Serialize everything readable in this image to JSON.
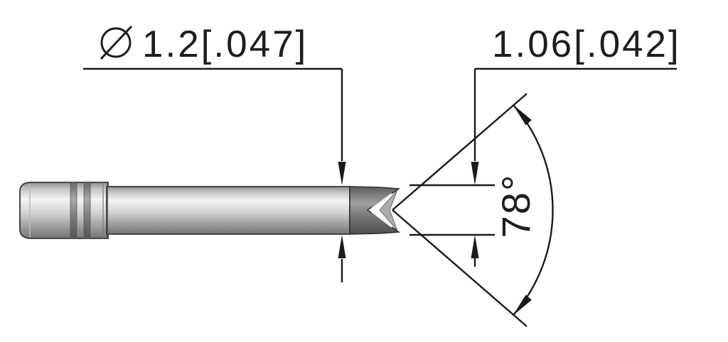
{
  "drawing": {
    "background": "#ffffff",
    "line_color": "#1b1b1b",
    "metal_colors": {
      "light": "#f3f3f3",
      "mid": "#c7c7c7",
      "dark": "#757575",
      "crown_dark": "#4f4f4f"
    },
    "dimensions": {
      "diameter": {
        "symbol": "∅",
        "text": "1.2[.047]"
      },
      "tip": {
        "text": "1.06[.042]"
      },
      "angle": {
        "text": "78°"
      }
    }
  }
}
